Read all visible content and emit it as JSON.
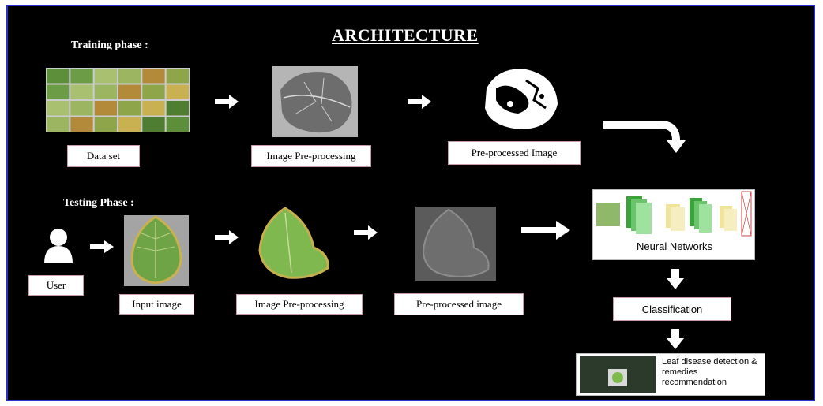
{
  "title": "ARCHITECTURE",
  "training": {
    "heading": "Training phase :",
    "dataset_label": "Data set",
    "preprocessing_label": "Image Pre-processing",
    "preprocessed_label": "Pre-processed Image"
  },
  "testing": {
    "heading": "Testing Phase :",
    "user_label": "User",
    "input_label": "Input image",
    "preprocessing_label": "Image Pre-processing",
    "preprocessed_label": "Pre-processed image"
  },
  "neural_networks_label": "Neural Networks",
  "classification_label": "Classification",
  "result_label": "Leaf disease detection & remedies recommendation",
  "icons": {
    "user": "user-icon",
    "arrows": "arrow-right-icon",
    "curve": "curved-arrow-icon",
    "down": "arrow-down-icon"
  }
}
